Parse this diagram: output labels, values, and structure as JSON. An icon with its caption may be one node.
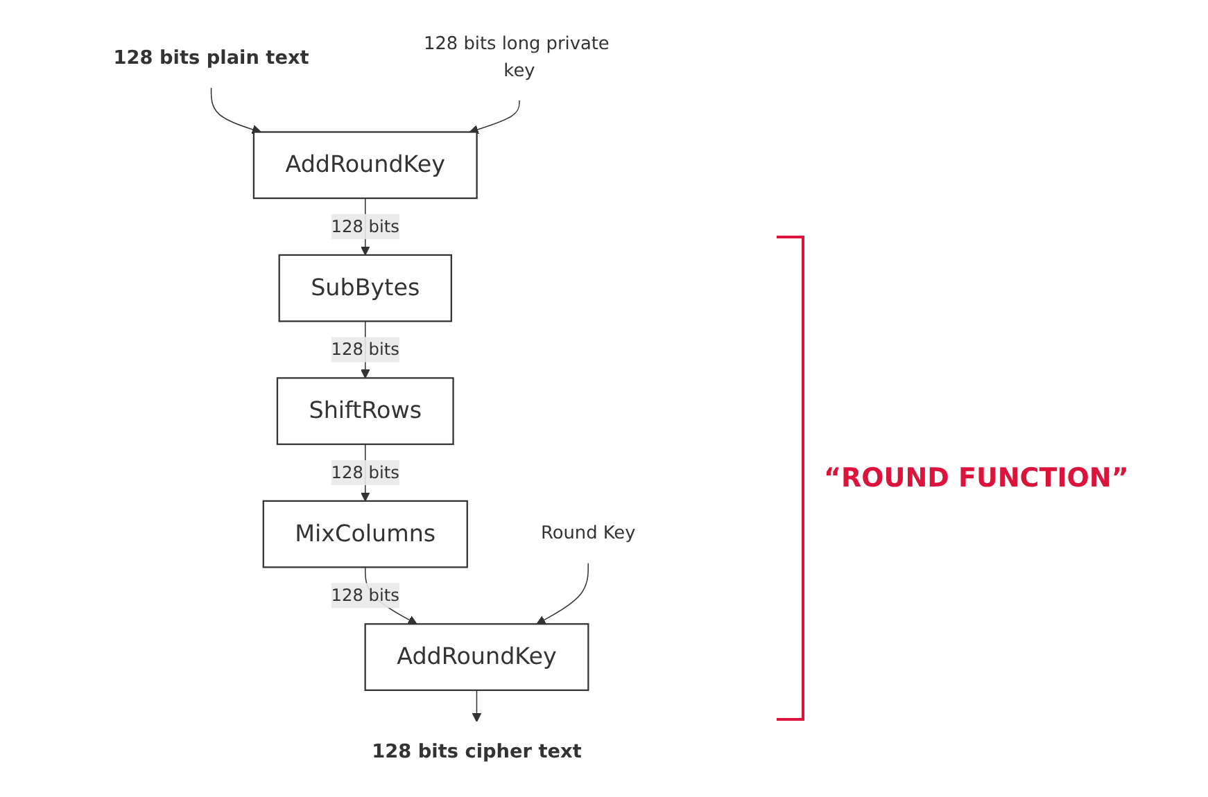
{
  "diagram": {
    "nodes": [
      {
        "text": [
          "128 bits plain text"
        ]
      },
      {
        "text": [
          "AddRoundKey"
        ]
      },
      {
        "text": [
          "128 bits long private key"
        ]
      },
      {
        "text": [
          "SubBytes"
        ]
      },
      {
        "text": [
          "ShiftRows"
        ]
      },
      {
        "text": [
          "MixColumns"
        ]
      },
      {
        "text": [
          "AddRoundKey"
        ]
      },
      {
        "text": [
          "Round Key"
        ]
      },
      {
        "text": [
          "128 bits cipher text"
        ]
      }
    ],
    "edges": [
      {
        "from": 0,
        "to": 1,
        "arrow": "to"
      },
      {
        "from": 2,
        "to": 1,
        "arrow": "to"
      },
      {
        "from": 1,
        "to": 3,
        "arrow": "to",
        "label": "128 bits"
      },
      {
        "from": 3,
        "to": 4,
        "arrow": "to",
        "label": "128 bits"
      },
      {
        "from": 4,
        "to": 5,
        "arrow": "to",
        "label": "128 bits"
      },
      {
        "from": 5,
        "to": 6,
        "arrow": "to",
        "label": "128 bits"
      },
      {
        "from": 7,
        "to": 6,
        "arrow": "to"
      },
      {
        "from": 6,
        "to": 8,
        "arrow": "to"
      }
    ],
    "labels": [
      "“ROUND FUNCTION”"
    ]
  }
}
